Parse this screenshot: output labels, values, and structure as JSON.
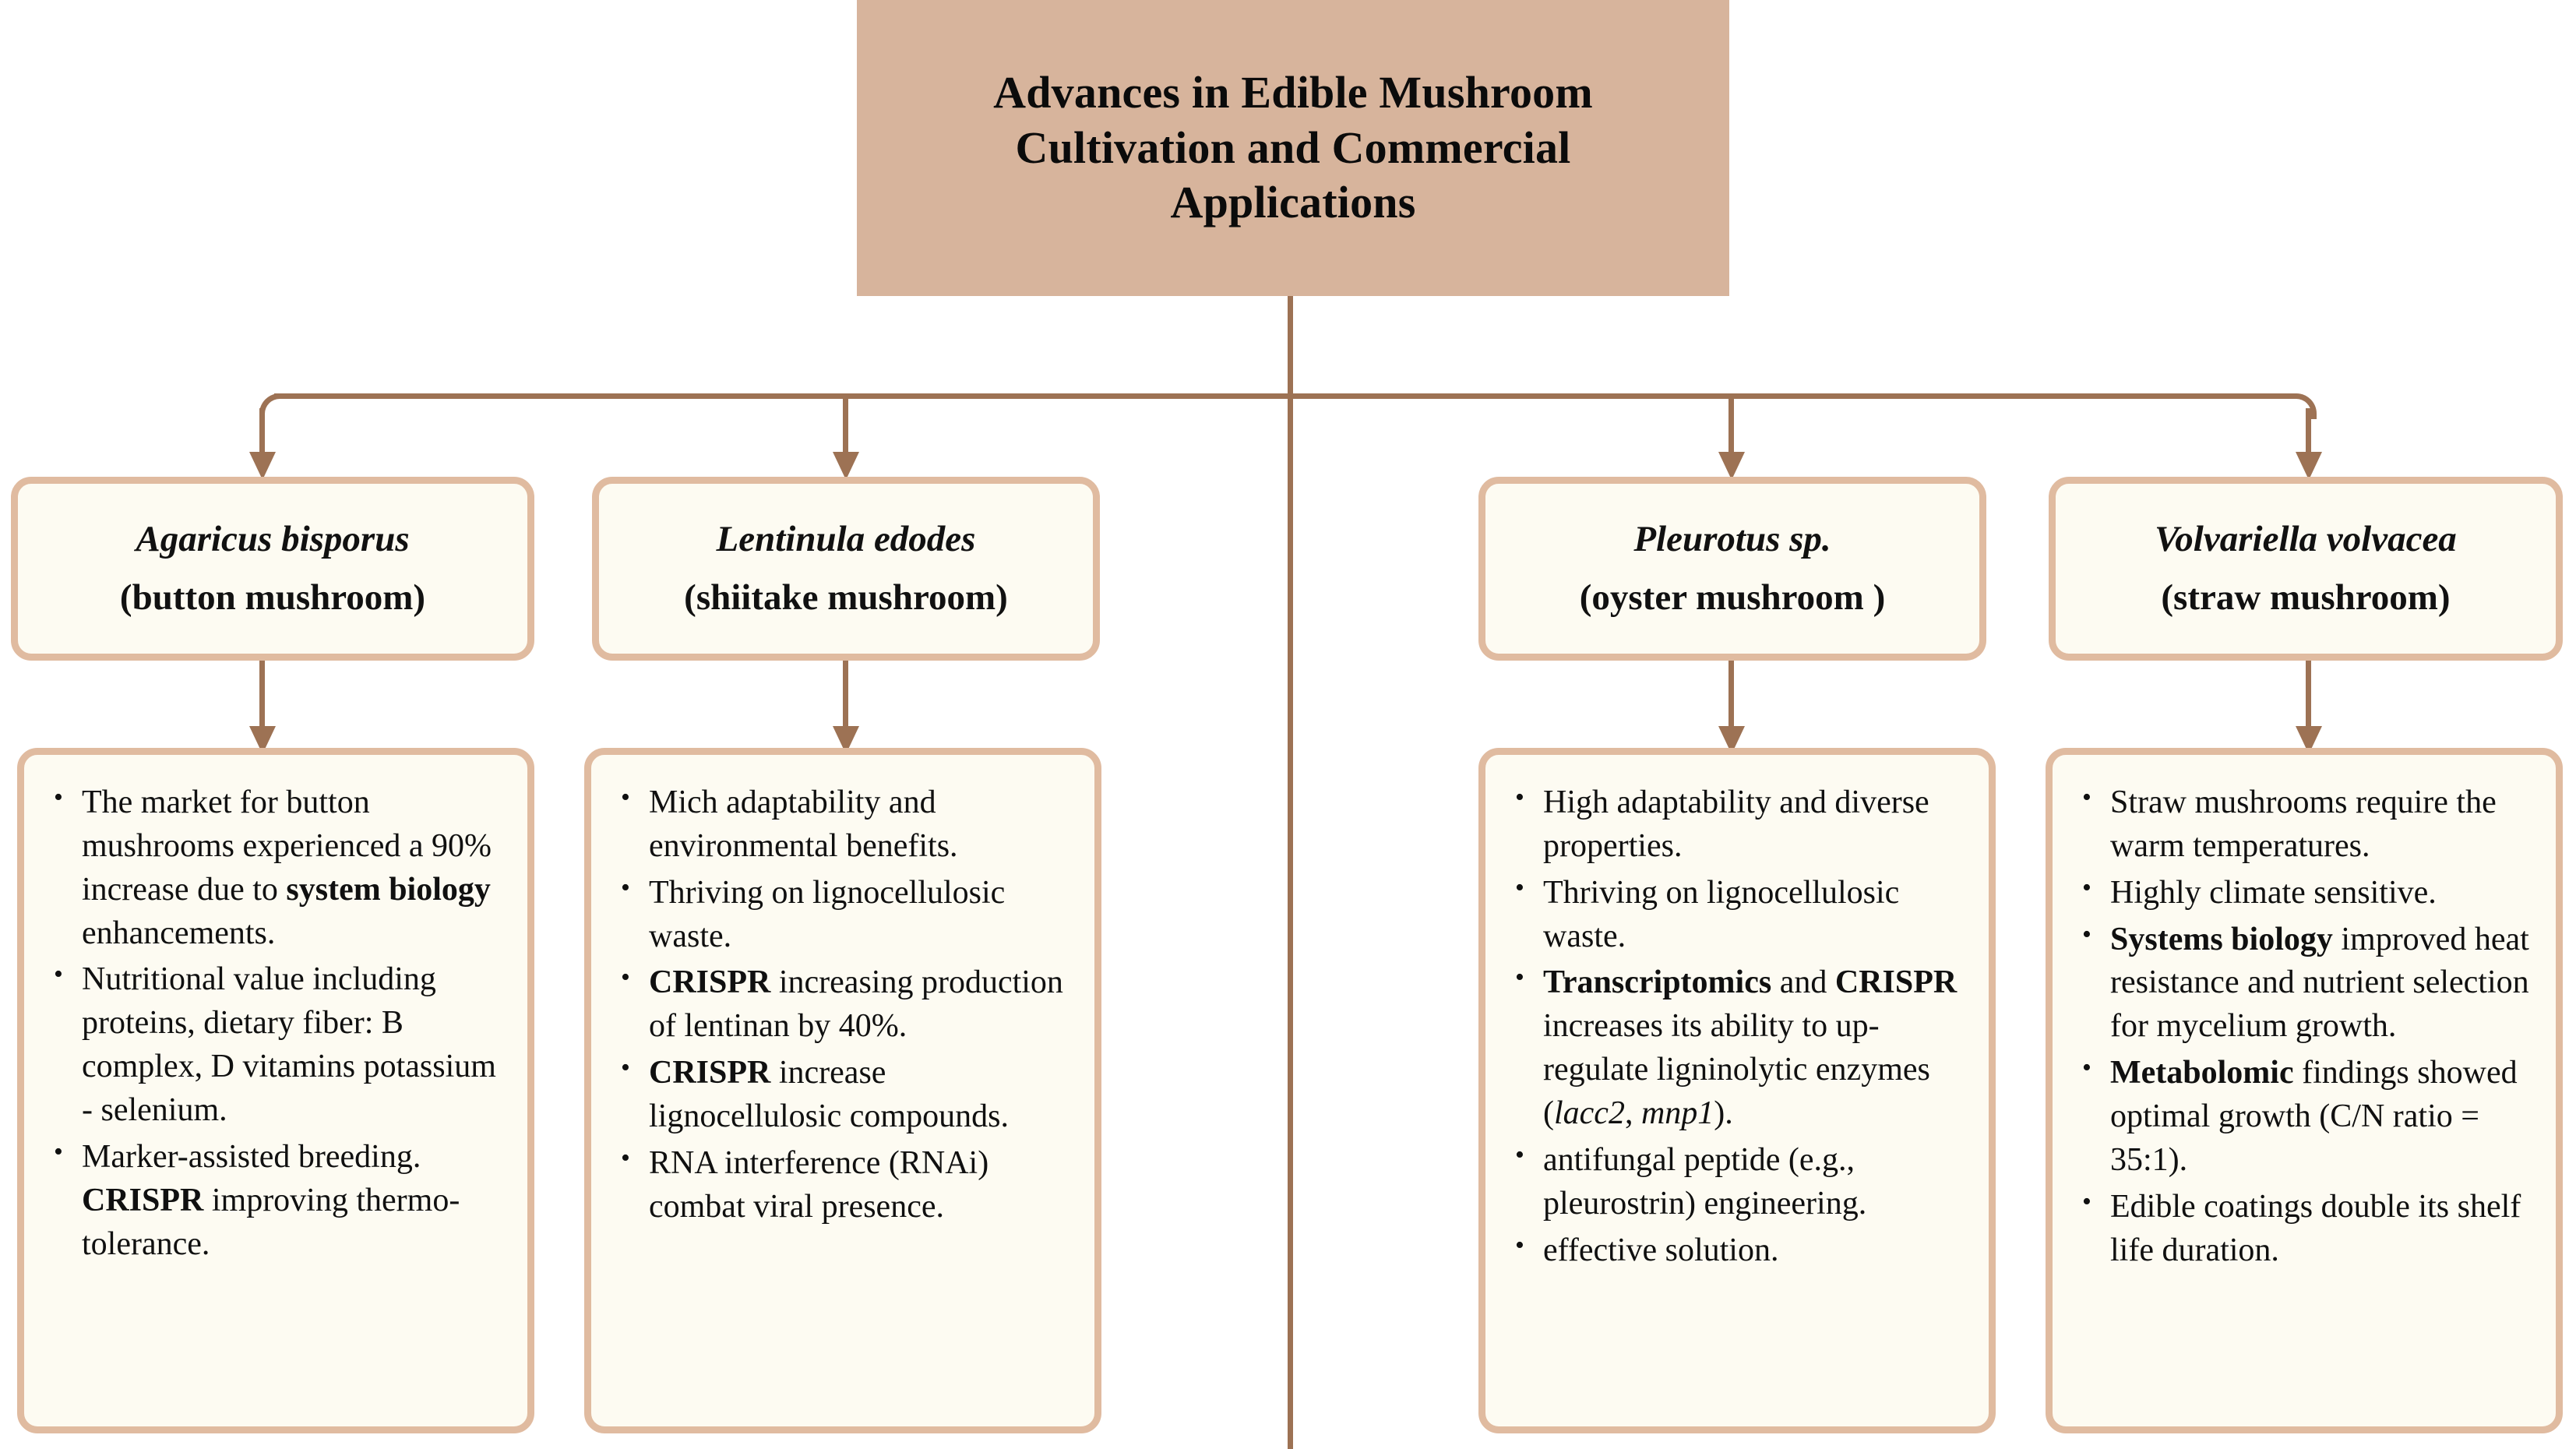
{
  "title": {
    "text": "Advances in Edible Mushroom Cultivation and Commercial Applications",
    "line1": "Advances in Edible Mushroom",
    "line2": "Cultivation and Commercial",
    "line3": "Applications"
  },
  "colors": {
    "title_fill": "#D7B49C",
    "box_fill": "#FDFBF2",
    "box_border": "#E0BBA0",
    "connector": "#9D7254",
    "text": "#101010"
  },
  "branches": [
    {
      "scientific_name": "Agaricus bisporus",
      "common_name": "(button mushroom)",
      "bullets": [
        [
          {
            "t": "The market for button mushrooms experienced a 90% increase due to ",
            "s": "n"
          },
          {
            "t": "system biology",
            "s": "b"
          },
          {
            "t": " enhancements.",
            "s": "n"
          }
        ],
        [
          {
            "t": "Nutritional value including proteins, dietary fiber: B complex, D vitamins potassium - selenium.",
            "s": "n"
          }
        ],
        [
          {
            "t": "Marker-assisted breeding. ",
            "s": "n"
          },
          {
            "t": "CRISPR",
            "s": "b"
          },
          {
            "t": " improving thermo-tolerance.",
            "s": "n"
          }
        ]
      ]
    },
    {
      "scientific_name": "Lentinula edodes",
      "common_name": "(shiitake mushroom)",
      "bullets": [
        [
          {
            "t": "Mich adaptability and environmental benefits.",
            "s": "n"
          }
        ],
        [
          {
            "t": "Thriving on lignocellulosic waste.",
            "s": "n"
          }
        ],
        [
          {
            "t": "CRISPR",
            "s": "b"
          },
          {
            "t": " increasing production of lentinan by 40%.",
            "s": "n"
          }
        ],
        [
          {
            "t": "CRISPR",
            "s": "b"
          },
          {
            "t": " increase lignocellulosic compounds.",
            "s": "n"
          }
        ],
        [
          {
            "t": "RNA interference (RNAi) combat viral presence.",
            "s": "n"
          }
        ]
      ]
    },
    {
      "scientific_name": "Pleurotus sp.",
      "common_name": "(oyster mushroom )",
      "bullets": [
        [
          {
            "t": "High adaptability and diverse properties.",
            "s": "n"
          }
        ],
        [
          {
            "t": "Thriving on lignocellulosic waste.",
            "s": "n"
          }
        ],
        [
          {
            "t": "Transcriptomics",
            "s": "b"
          },
          {
            "t": " and ",
            "s": "n"
          },
          {
            "t": "CRISPR",
            "s": "b"
          },
          {
            "t": " increases its ability to up-regulate ligninolytic enzymes (",
            "s": "n"
          },
          {
            "t": "lacc2",
            "s": "i"
          },
          {
            "t": ", ",
            "s": "n"
          },
          {
            "t": "mnp1",
            "s": "i"
          },
          {
            "t": ").",
            "s": "n"
          }
        ],
        [
          {
            "t": "antifungal peptide (e.g., pleurostrin) engineering.",
            "s": "n"
          }
        ],
        [
          {
            "t": "effective solution.",
            "s": "n"
          }
        ]
      ]
    },
    {
      "scientific_name": "Volvariella volvacea",
      "common_name": "(straw mushroom)",
      "bullets": [
        [
          {
            "t": "Straw mushrooms require the warm temperatures.",
            "s": "n"
          }
        ],
        [
          {
            "t": "Highly climate sensitive.",
            "s": "n"
          }
        ],
        [
          {
            "t": "Systems biology",
            "s": "b"
          },
          {
            "t": " improved heat resistance and nutrient selection for mycelium growth.",
            "s": "n"
          }
        ],
        [
          {
            "t": "Metabolomic",
            "s": "b"
          },
          {
            "t": " findings showed optimal growth (C/N ratio = 35:1).",
            "s": "n"
          }
        ],
        [
          {
            "t": "Edible coatings double its shelf life duration.",
            "s": "n"
          }
        ]
      ]
    }
  ]
}
